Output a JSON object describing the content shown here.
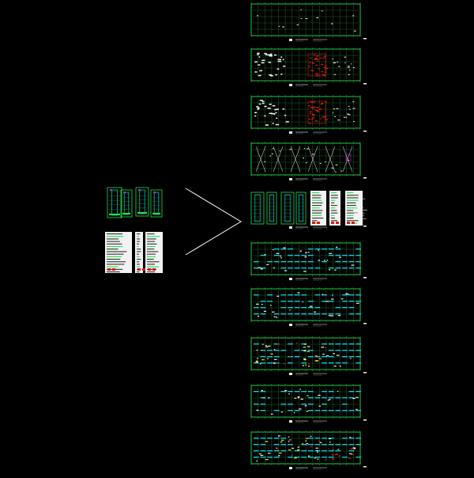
{
  "viewport": {
    "background": "#000000"
  },
  "colors": {
    "frame": "#22e04a",
    "grid": "#2a8a2a",
    "cyan": "#00d8e8",
    "red": "#e01818",
    "white": "#f2f2f2",
    "yellow": "#e0d020",
    "magenta": "#d020d0",
    "pointer": "#ffffff"
  },
  "drawing": {
    "pointer_icon": "chevron-right-arrow",
    "detail_sheets": [
      {
        "id": "left-sheet-1",
        "kind": "column-elevation"
      },
      {
        "id": "left-sheet-2",
        "kind": "column-elevation"
      },
      {
        "id": "left-sheet-3",
        "kind": "column-elevation"
      },
      {
        "id": "left-sheet-4",
        "kind": "column-elevation"
      },
      {
        "id": "left-sheet-5",
        "kind": "notes-table"
      },
      {
        "id": "left-sheet-6",
        "kind": "notes-table"
      },
      {
        "id": "left-sheet-7",
        "kind": "notes-table"
      }
    ],
    "plan_sheets": [
      {
        "id": "plan-1",
        "fill": "grid"
      },
      {
        "id": "plan-2",
        "fill": "rebar-red"
      },
      {
        "id": "plan-3",
        "fill": "rebar-red"
      },
      {
        "id": "plan-4",
        "fill": "diagonal"
      },
      {
        "id": "plan-5",
        "fill": "detail-row"
      },
      {
        "id": "plan-6",
        "fill": "beam-cyan"
      },
      {
        "id": "plan-7",
        "fill": "beam-cyan"
      },
      {
        "id": "plan-8",
        "fill": "beam-cyan-yellow"
      },
      {
        "id": "plan-9",
        "fill": "beam-cyan"
      },
      {
        "id": "plan-10",
        "fill": "beam-mixed"
      }
    ]
  }
}
